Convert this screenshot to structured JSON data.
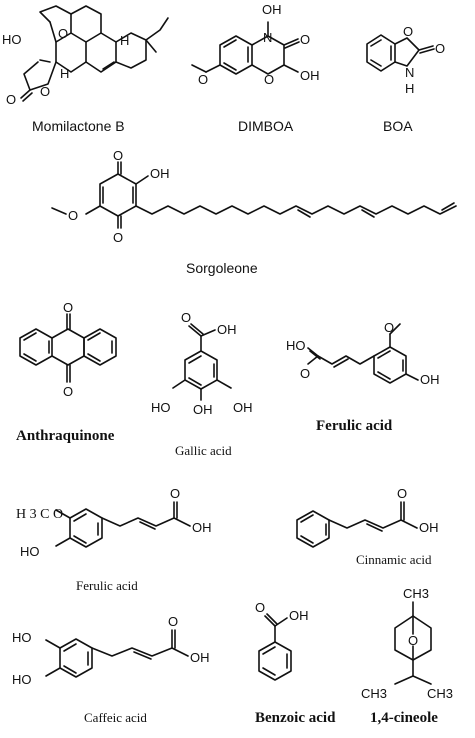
{
  "compounds": {
    "momilactone_b": {
      "name": "Momilactone B",
      "atoms": {
        "ho": "HO",
        "o_bridge": "O",
        "h1": "H",
        "h2": "H",
        "o_ring": "O",
        "o_carbonyl": "O"
      }
    },
    "dimboa": {
      "name": "DIMBOA",
      "atoms": {
        "oh_top": "OH",
        "n": "N",
        "o_carbonyl": "O",
        "o_ring": "O",
        "oh": "OH",
        "o_methoxy": "O"
      }
    },
    "boa": {
      "name": "BOA",
      "atoms": {
        "o_ring": "O",
        "o_carbonyl": "O",
        "n": "N",
        "h": "H"
      }
    },
    "sorgoleone": {
      "name": "Sorgoleone",
      "atoms": {
        "o_top": "O",
        "oh": "OH",
        "o_methoxy": "O",
        "o_bottom": "O"
      }
    },
    "anthraquinone": {
      "name": "Anthraquinone",
      "atoms": {
        "o_top": "O",
        "o_bottom": "O"
      }
    },
    "gallic_acid": {
      "name": "Gallic acid",
      "atoms": {
        "o": "O",
        "oh_acid": "OH",
        "ho": "HO",
        "oh_mid": "OH",
        "oh_right": "OH"
      }
    },
    "ferulic_acid_1": {
      "name": "Ferulic acid",
      "atoms": {
        "o_methoxy": "O",
        "ho_acid": "HO",
        "o_carbonyl": "O",
        "oh": "OH"
      }
    },
    "ferulic_acid_2": {
      "name": "Ferulic acid",
      "atoms": {
        "h3co": "H 3 C O",
        "ho": "HO",
        "o_carbonyl": "O",
        "oh_acid": "OH"
      }
    },
    "cinnamic_acid": {
      "name": "Cinnamic acid",
      "atoms": {
        "o_carbonyl": "O",
        "oh": "OH"
      }
    },
    "caffeic_acid": {
      "name": "Caffeic acid",
      "atoms": {
        "ho_top": "HO",
        "ho_bottom": "HO",
        "o_carbonyl": "O",
        "oh": "OH"
      }
    },
    "benzoic_acid": {
      "name": "Benzoic acid",
      "atoms": {
        "o_carbonyl": "O",
        "oh": "OH"
      }
    },
    "cineole": {
      "name": "1,4-cineole",
      "atoms": {
        "ch3_top": "CH3",
        "o": "O",
        "ch3_left": "CH3",
        "ch3_right": "CH3"
      }
    }
  }
}
